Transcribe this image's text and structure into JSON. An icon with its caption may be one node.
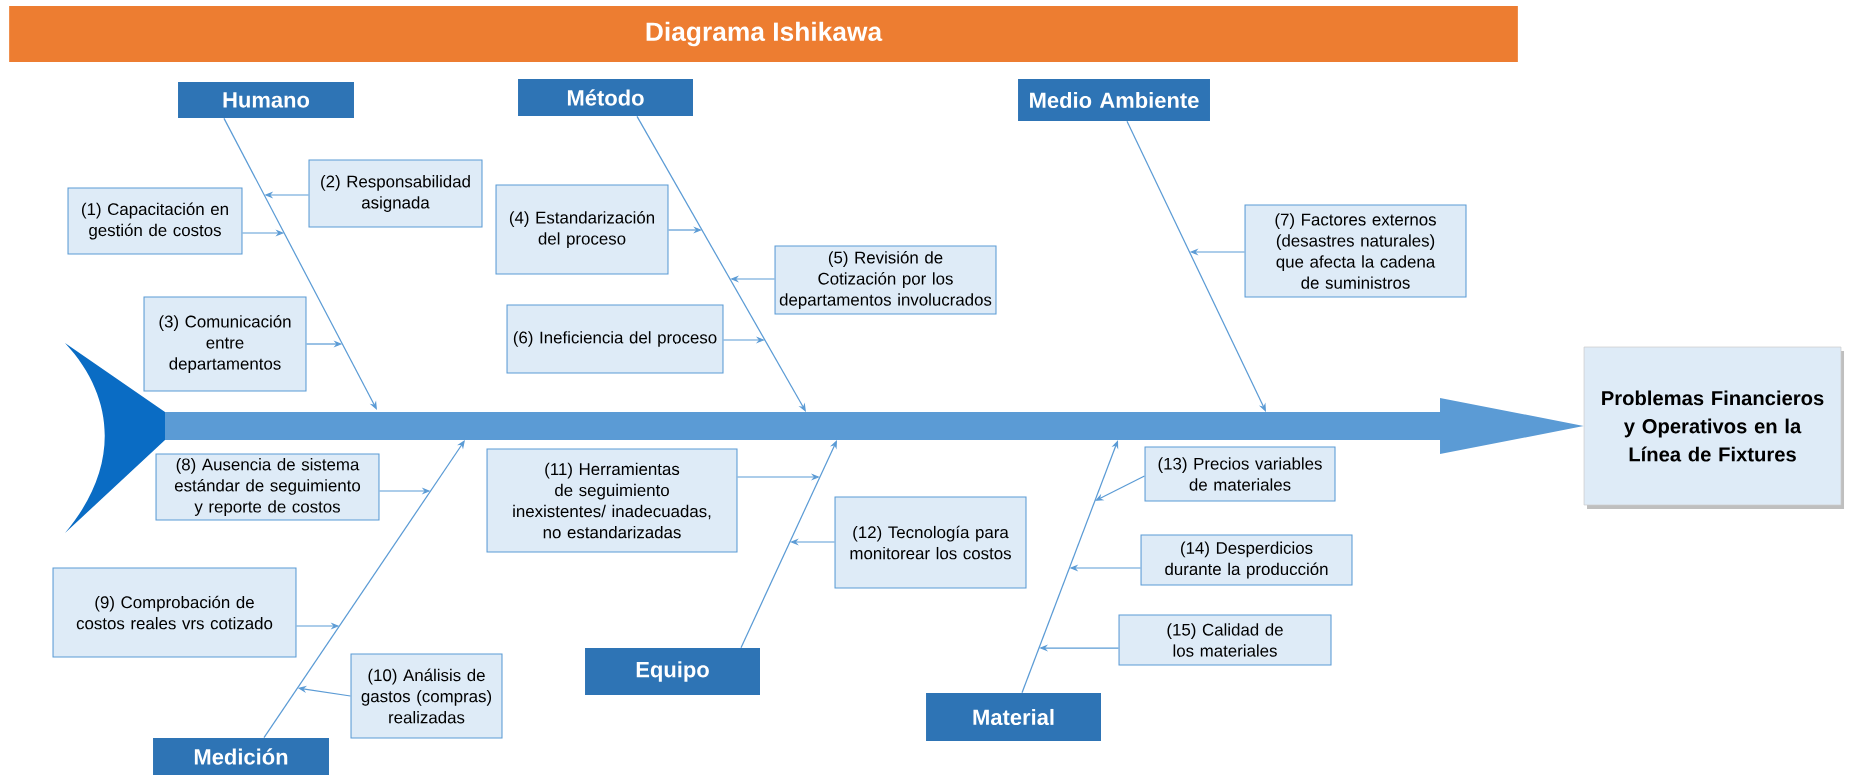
{
  "diagram": {
    "title": "Diagrama Ishikawa",
    "nodes": [
      {
        "text": [
          "Humano"
        ]
      },
      {
        "text": [
          "Método"
        ]
      },
      {
        "text": [
          "Medio Ambiente"
        ]
      },
      {
        "text": [
          "Medición"
        ]
      },
      {
        "text": [
          "Equipo"
        ]
      },
      {
        "text": [
          "Material"
        ]
      },
      {
        "text": [
          "Problemas Financieros y Operativos en la Línea de Fixtures"
        ]
      },
      {
        "text": [
          "(1) Capacitación en gestión de costos"
        ]
      },
      {
        "text": [
          "(2) Responsabilidad asignada"
        ]
      },
      {
        "text": [
          "(3) Comunicación entre departamentos"
        ]
      },
      {
        "text": [
          "(4) Estandarización del proceso"
        ]
      },
      {
        "text": [
          "(5) Revisión de Cotización por los departamentos involucrados"
        ]
      },
      {
        "text": [
          "(6) Ineficiencia del proceso"
        ]
      },
      {
        "text": [
          "(7) Factores externos (desastres naturales) que afecta la cadena de suministros"
        ]
      },
      {
        "text": [
          "(8) Ausencia de sistema estándar de seguimiento y reporte de costos"
        ]
      },
      {
        "text": [
          "(9) Comprobación de costos reales vrs cotizado"
        ]
      },
      {
        "text": [
          "(10) Análisis de gastos (compras) realizadas"
        ]
      },
      {
        "text": [
          "(11) Herramientas de seguimiento inexistentes/ inadecuadas, no estandarizadas"
        ]
      },
      {
        "text": [
          "(12) Tecnología para monitorear los costos"
        ]
      },
      {
        "text": [
          "(13) Precios variables de materiales"
        ]
      },
      {
        "text": [
          "(14) Desperdicios durante la producción"
        ]
      },
      {
        "text": [
          "(15) Calidad de los materiales"
        ]
      }
    ],
    "edges": [
      {
        "from": null,
        "to": 6,
        "arrow": "to"
      },
      {
        "from": 0,
        "to": null,
        "arrow": "to"
      },
      {
        "from": 1,
        "to": null,
        "arrow": "to"
      },
      {
        "from": 2,
        "to": null,
        "arrow": "to"
      },
      {
        "from": 3,
        "to": null,
        "arrow": "to"
      },
      {
        "from": 4,
        "to": null,
        "arrow": "to"
      },
      {
        "from": 5,
        "to": null,
        "arrow": "to"
      },
      {
        "from": 7,
        "to": null,
        "arrow": "to"
      },
      {
        "from": 8,
        "to": null,
        "arrow": "to"
      },
      {
        "from": 9,
        "to": null,
        "arrow": "to"
      },
      {
        "from": 10,
        "to": null,
        "arrow": "to"
      },
      {
        "from": 11,
        "to": null,
        "arrow": "to"
      },
      {
        "from": 12,
        "to": null,
        "arrow": "to"
      },
      {
        "from": 13,
        "to": null,
        "arrow": "to"
      },
      {
        "from": 14,
        "to": null,
        "arrow": "to"
      },
      {
        "from": 15,
        "to": null,
        "arrow": "to"
      },
      {
        "from": 16,
        "to": null,
        "arrow": "to"
      },
      {
        "from": 17,
        "to": null,
        "arrow": "to"
      },
      {
        "from": 18,
        "to": null,
        "arrow": "to"
      },
      {
        "from": 19,
        "to": null,
        "arrow": "to"
      },
      {
        "from": 20,
        "to": null,
        "arrow": "to"
      },
      {
        "from": 21,
        "to": null,
        "arrow": "to"
      }
    ]
  }
}
